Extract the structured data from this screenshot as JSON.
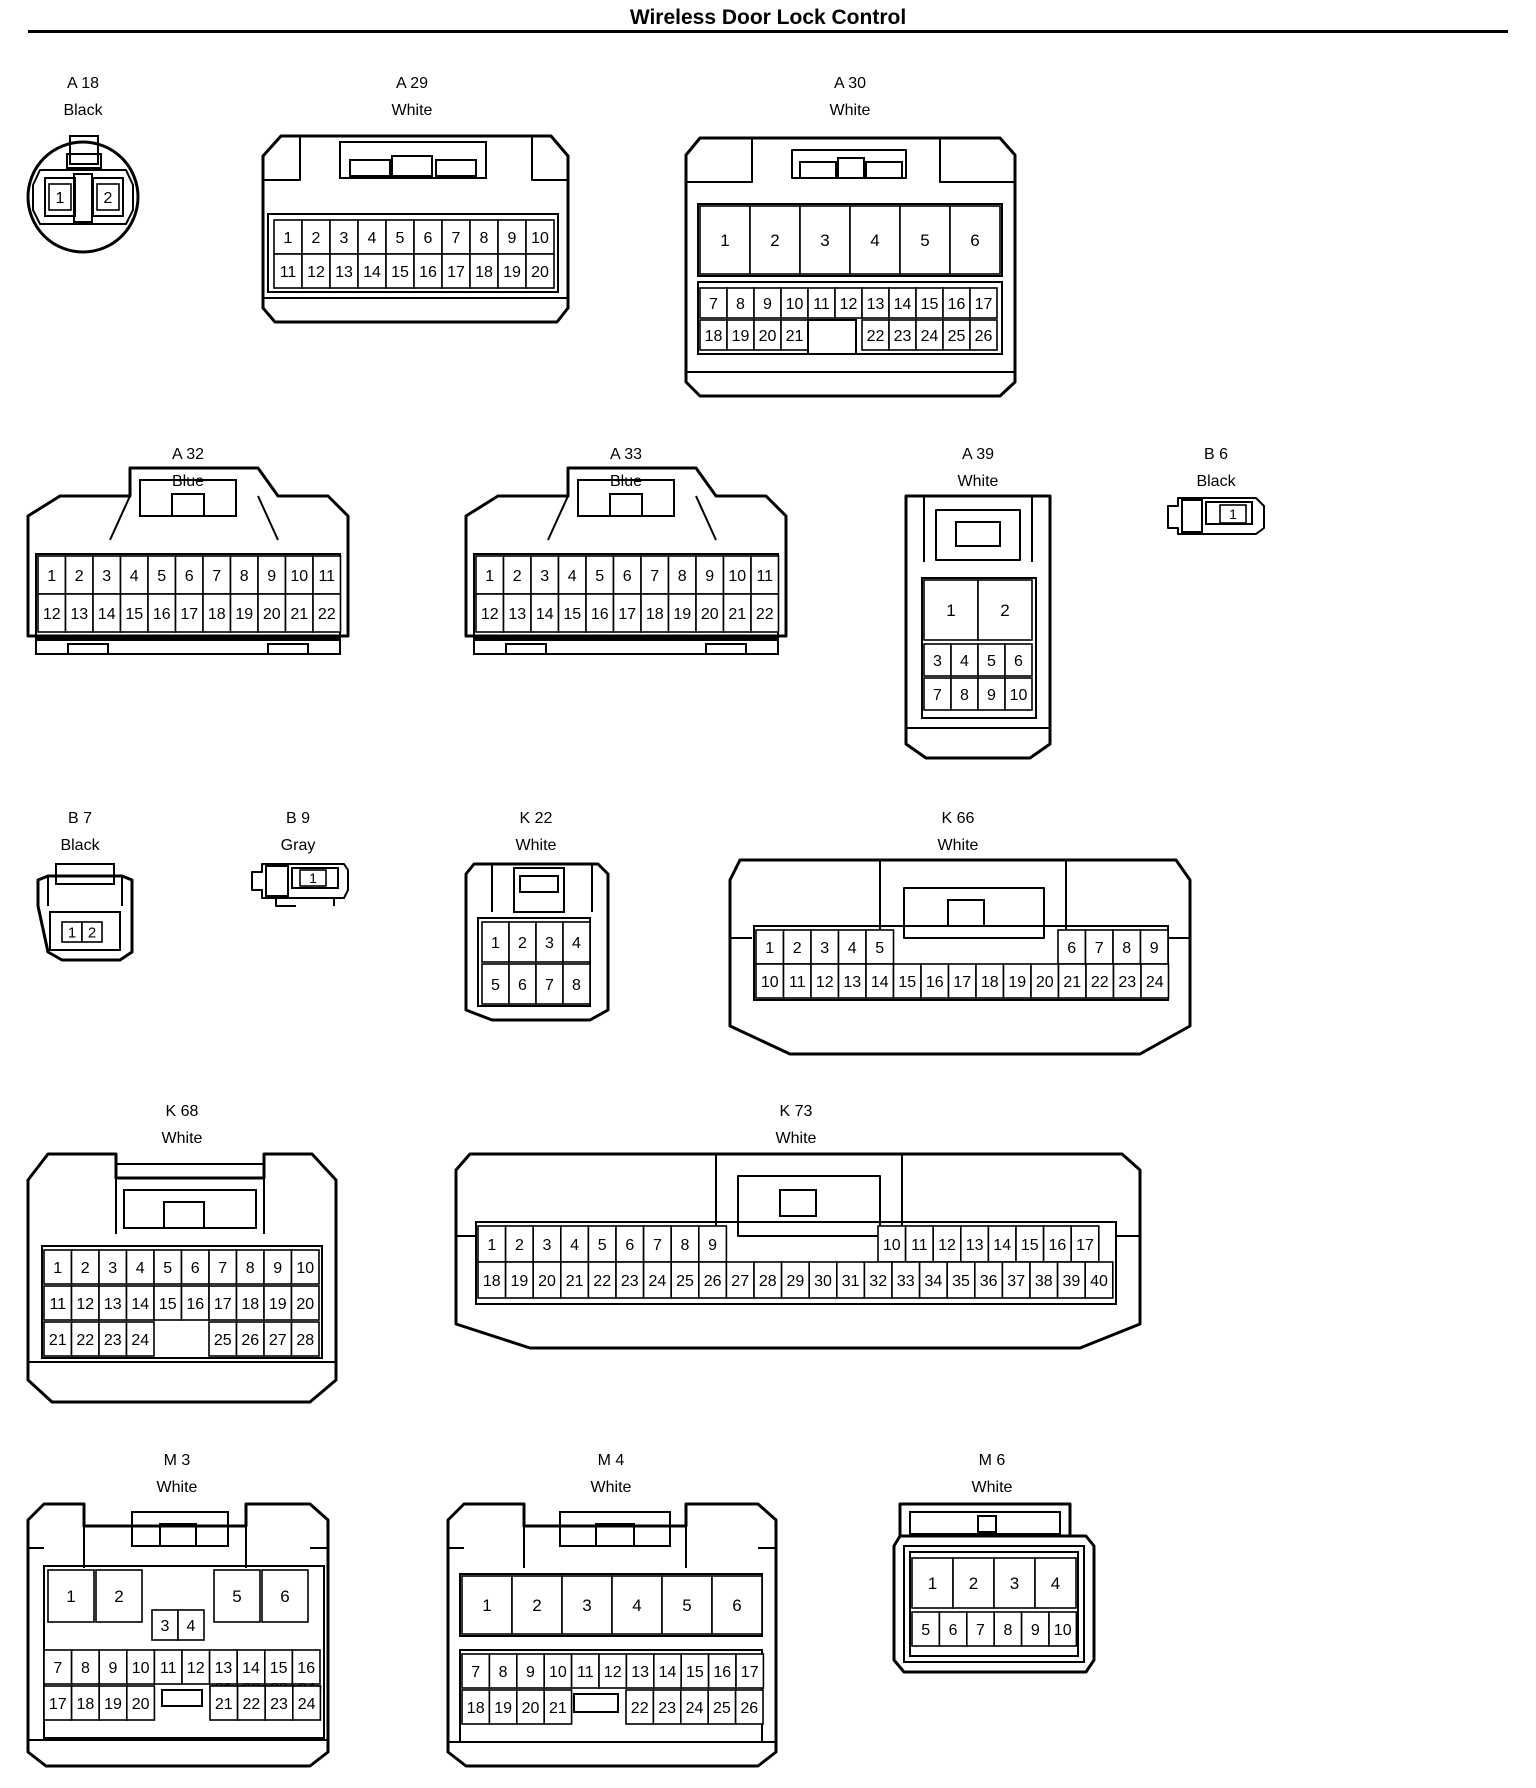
{
  "title": "Wireless Door Lock Control",
  "connectors": [
    {
      "id": "A 18",
      "color": "Black"
    },
    {
      "id": "A 29",
      "color": "White"
    },
    {
      "id": "A 30",
      "color": "White"
    },
    {
      "id": "A 32",
      "color": "Blue"
    },
    {
      "id": "A 33",
      "color": "Blue"
    },
    {
      "id": "A 39",
      "color": "White"
    },
    {
      "id": "B 6",
      "color": "Black"
    },
    {
      "id": "B 7",
      "color": "Black"
    },
    {
      "id": "B 9",
      "color": "Gray"
    },
    {
      "id": "K 22",
      "color": "White"
    },
    {
      "id": "K 66",
      "color": "White"
    },
    {
      "id": "K 68",
      "color": "White"
    },
    {
      "id": "K 73",
      "color": "White"
    },
    {
      "id": "M 3",
      "color": "White"
    },
    {
      "id": "M 4",
      "color": "White"
    },
    {
      "id": "M 6",
      "color": "White"
    }
  ],
  "stroke_color": "#000000",
  "background_color": "#ffffff"
}
